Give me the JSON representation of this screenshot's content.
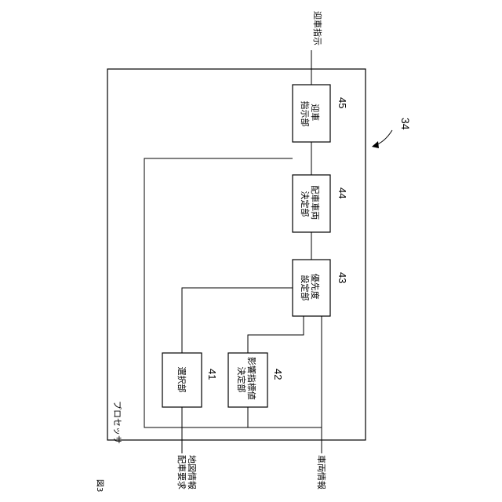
{
  "figure": {
    "fig_label": "図3",
    "processor_ref": "34",
    "processor_label": "プロセッサ"
  },
  "blocks": {
    "b41": {
      "label_lines": [
        "選択部"
      ],
      "ref": "41"
    },
    "b42": {
      "label_lines": [
        "影響指標値",
        "決定部"
      ],
      "ref": "42"
    },
    "b43": {
      "label_lines": [
        "優先度",
        "設定部"
      ],
      "ref": "43"
    },
    "b44": {
      "label_lines": [
        "配車車両",
        "決定部"
      ],
      "ref": "44"
    },
    "b45": {
      "label_lines": [
        "迎車",
        "指示部"
      ],
      "ref": "45"
    }
  },
  "signals": {
    "in_request_lines": [
      "配車要求",
      "地図情報"
    ],
    "in_vehicle": "車両情報",
    "out_pickup": "迎車指示"
  },
  "colors": {
    "line": "#000000",
    "background": "#ffffff"
  }
}
